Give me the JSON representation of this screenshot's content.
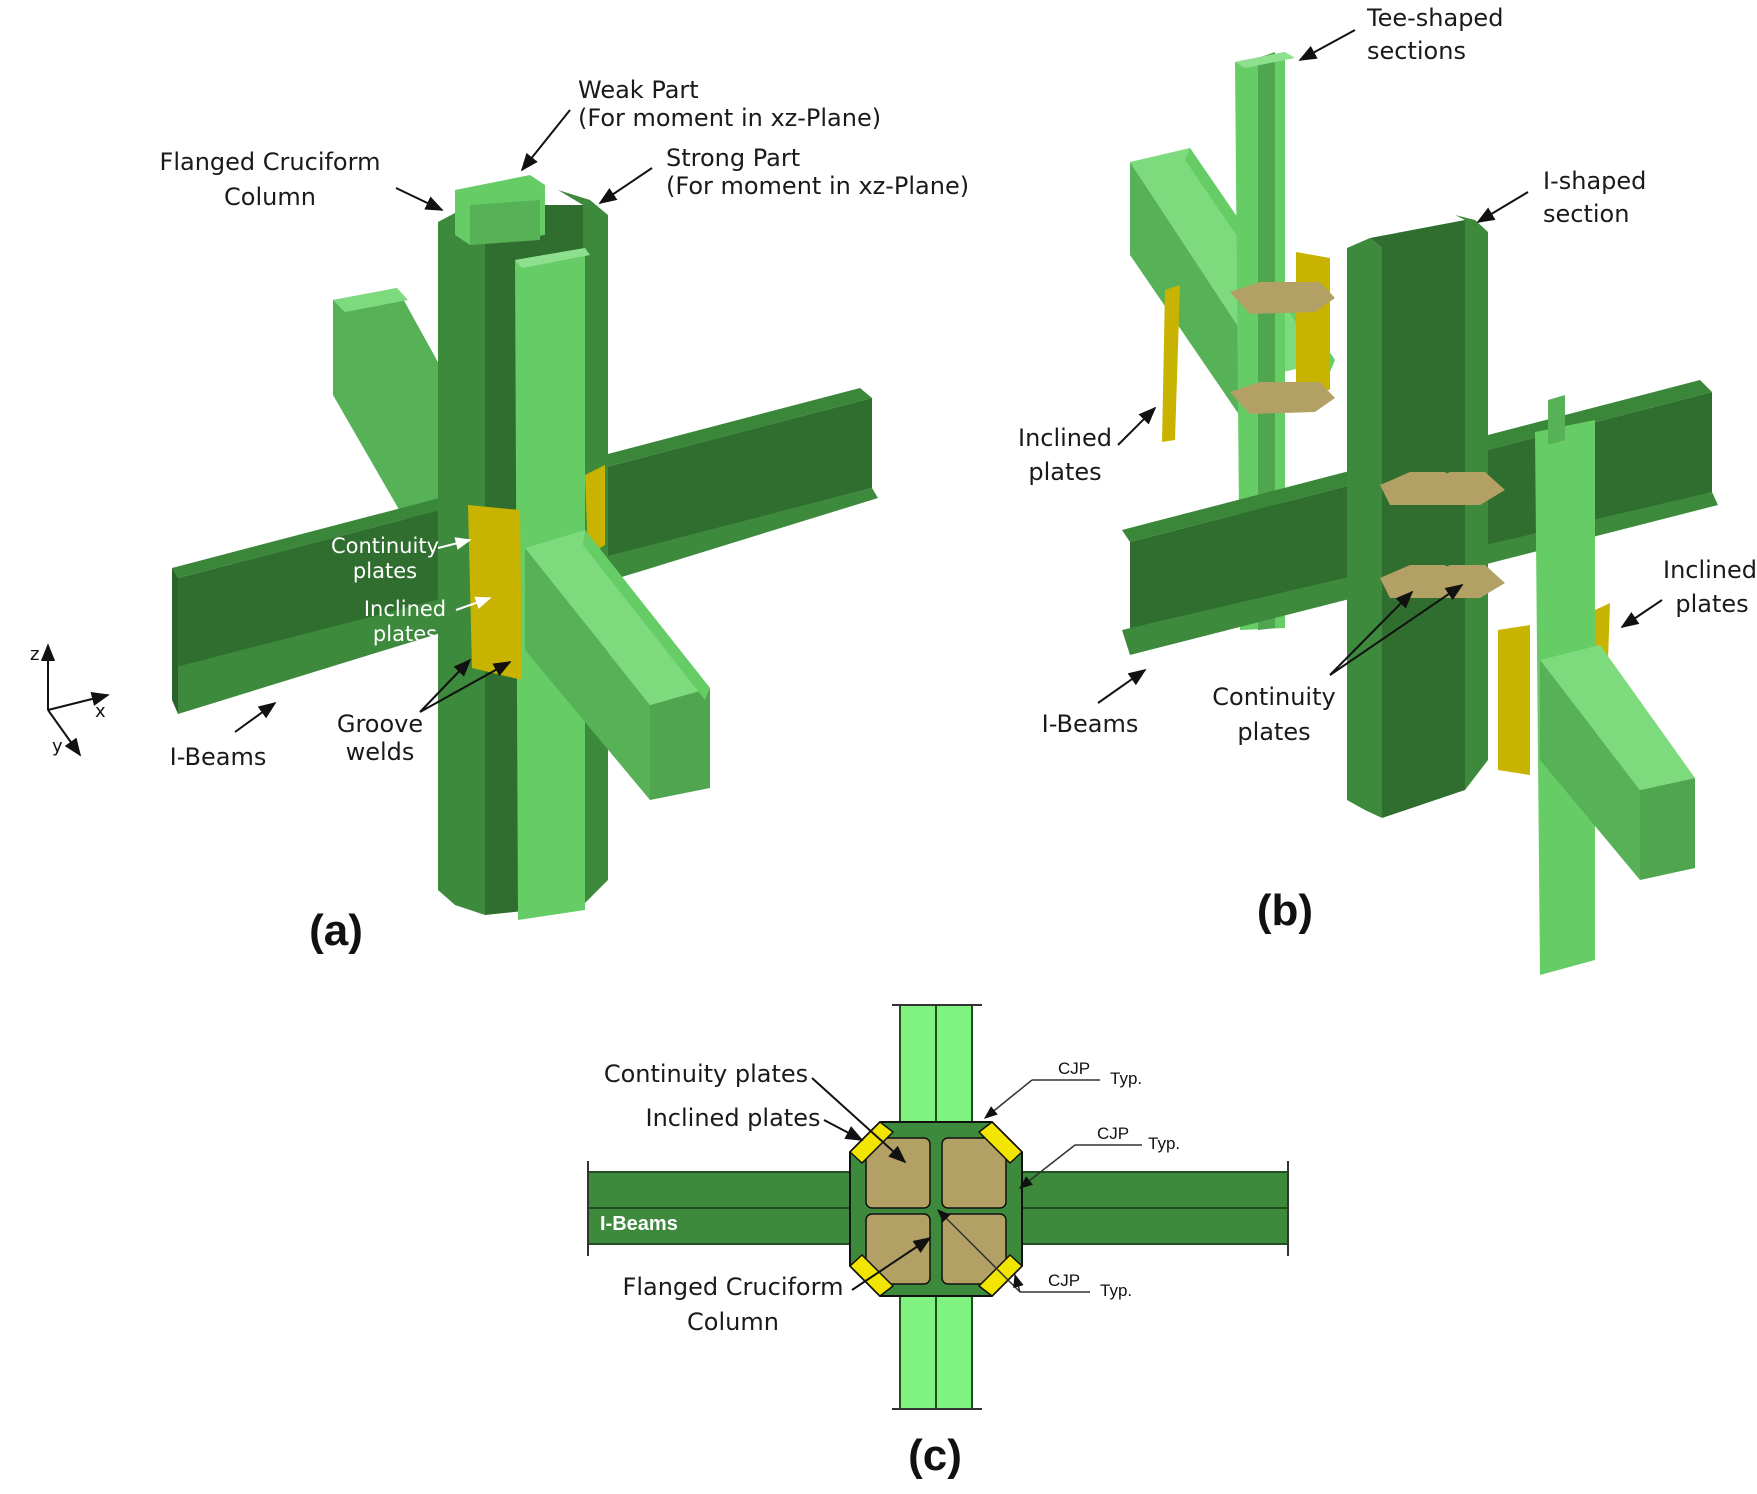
{
  "colors": {
    "dark_green": "#3d8a3d",
    "darker_green": "#2f6e2f",
    "mid_green": "#57b157",
    "light_green": "#66cc66",
    "lightest_green": "#7ff27f",
    "yellow": "#c8b400",
    "bright_yellow": "#f2e600",
    "tan": "#b2a064"
  },
  "panel_a": {
    "caption": "(a)",
    "weak_part": [
      "Weak Part",
      "(For moment in xz-Plane)"
    ],
    "strong_part": [
      "Strong Part",
      "(For moment in xz-Plane)"
    ],
    "column": [
      "Flanged Cruciform",
      "Column"
    ],
    "continuity": [
      "Continuity",
      "plates"
    ],
    "inclined": [
      "Inclined",
      "plates"
    ],
    "groove": [
      "Groove",
      "welds"
    ],
    "beams": "I-Beams",
    "axes": {
      "z": "z",
      "x": "x",
      "y": "y"
    }
  },
  "panel_b": {
    "caption": "(b)",
    "tee": [
      "Tee-shaped",
      "sections"
    ],
    "ishape": [
      "I-shaped",
      "section"
    ],
    "inclined_left": [
      "Inclined",
      "plates"
    ],
    "inclined_right": [
      "Inclined",
      "plates"
    ],
    "beams": "I-Beams",
    "continuity": [
      "Continuity",
      "plates"
    ]
  },
  "panel_c": {
    "caption": "(c)",
    "continuity": "Continuity plates",
    "inclined": "Inclined plates",
    "column": [
      "Flanged Cruciform",
      "Column"
    ],
    "beams": "I-Beams",
    "weld_symbol": "CJP",
    "weld_note": "Typ."
  }
}
